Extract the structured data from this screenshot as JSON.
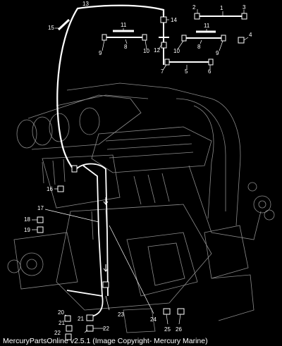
{
  "callouts": [
    "1",
    "2",
    "3",
    "4",
    "5",
    "6",
    "7",
    "8",
    "8",
    "9",
    "9",
    "10",
    "10",
    "11",
    "11",
    "12",
    "13",
    "14",
    "15",
    "16",
    "17",
    "18",
    "19",
    "20",
    "21",
    "21",
    "22",
    "22",
    "23",
    "24",
    "25",
    "26"
  ],
  "footer": "MercuryPartsOnline v2.5.1 (Image Copyright- Mercury Marine)",
  "colors": {
    "background": "#000000",
    "linework": "#ffffff",
    "engine_linework": "#9a9a9a"
  }
}
